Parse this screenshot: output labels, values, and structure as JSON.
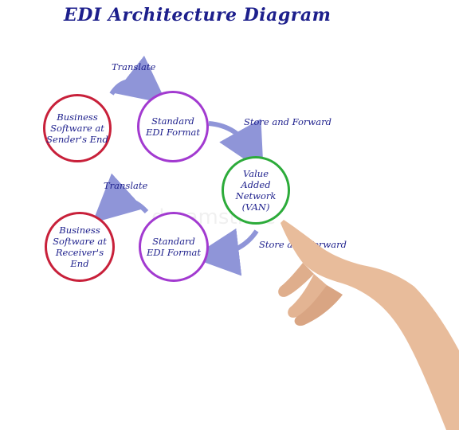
{
  "title": "EDI Architecture Diagram",
  "nodes": {
    "sender_software": [
      "Business",
      "Software at",
      "Sender's End"
    ],
    "edi_format_top": [
      "Standard",
      "EDI Format"
    ],
    "van": [
      "Value",
      "Added Network",
      "(VAN)"
    ],
    "edi_format_bottom": [
      "Standard",
      "EDI Format"
    ],
    "receiver_software": [
      "Business",
      "Software at",
      "Receiver's",
      "End"
    ]
  },
  "edges": {
    "translate_top": "Translate",
    "store_forward_top": "Store and Forward",
    "store_forward_bottom": "Store and Forward",
    "translate_bottom": "Translate"
  },
  "watermark": "dreamstime",
  "colors": {
    "text": "#1d1f8c",
    "red": "#c8203a",
    "purple": "#a23ad0",
    "green": "#2cab3a",
    "arrow": "#8f95d8"
  }
}
